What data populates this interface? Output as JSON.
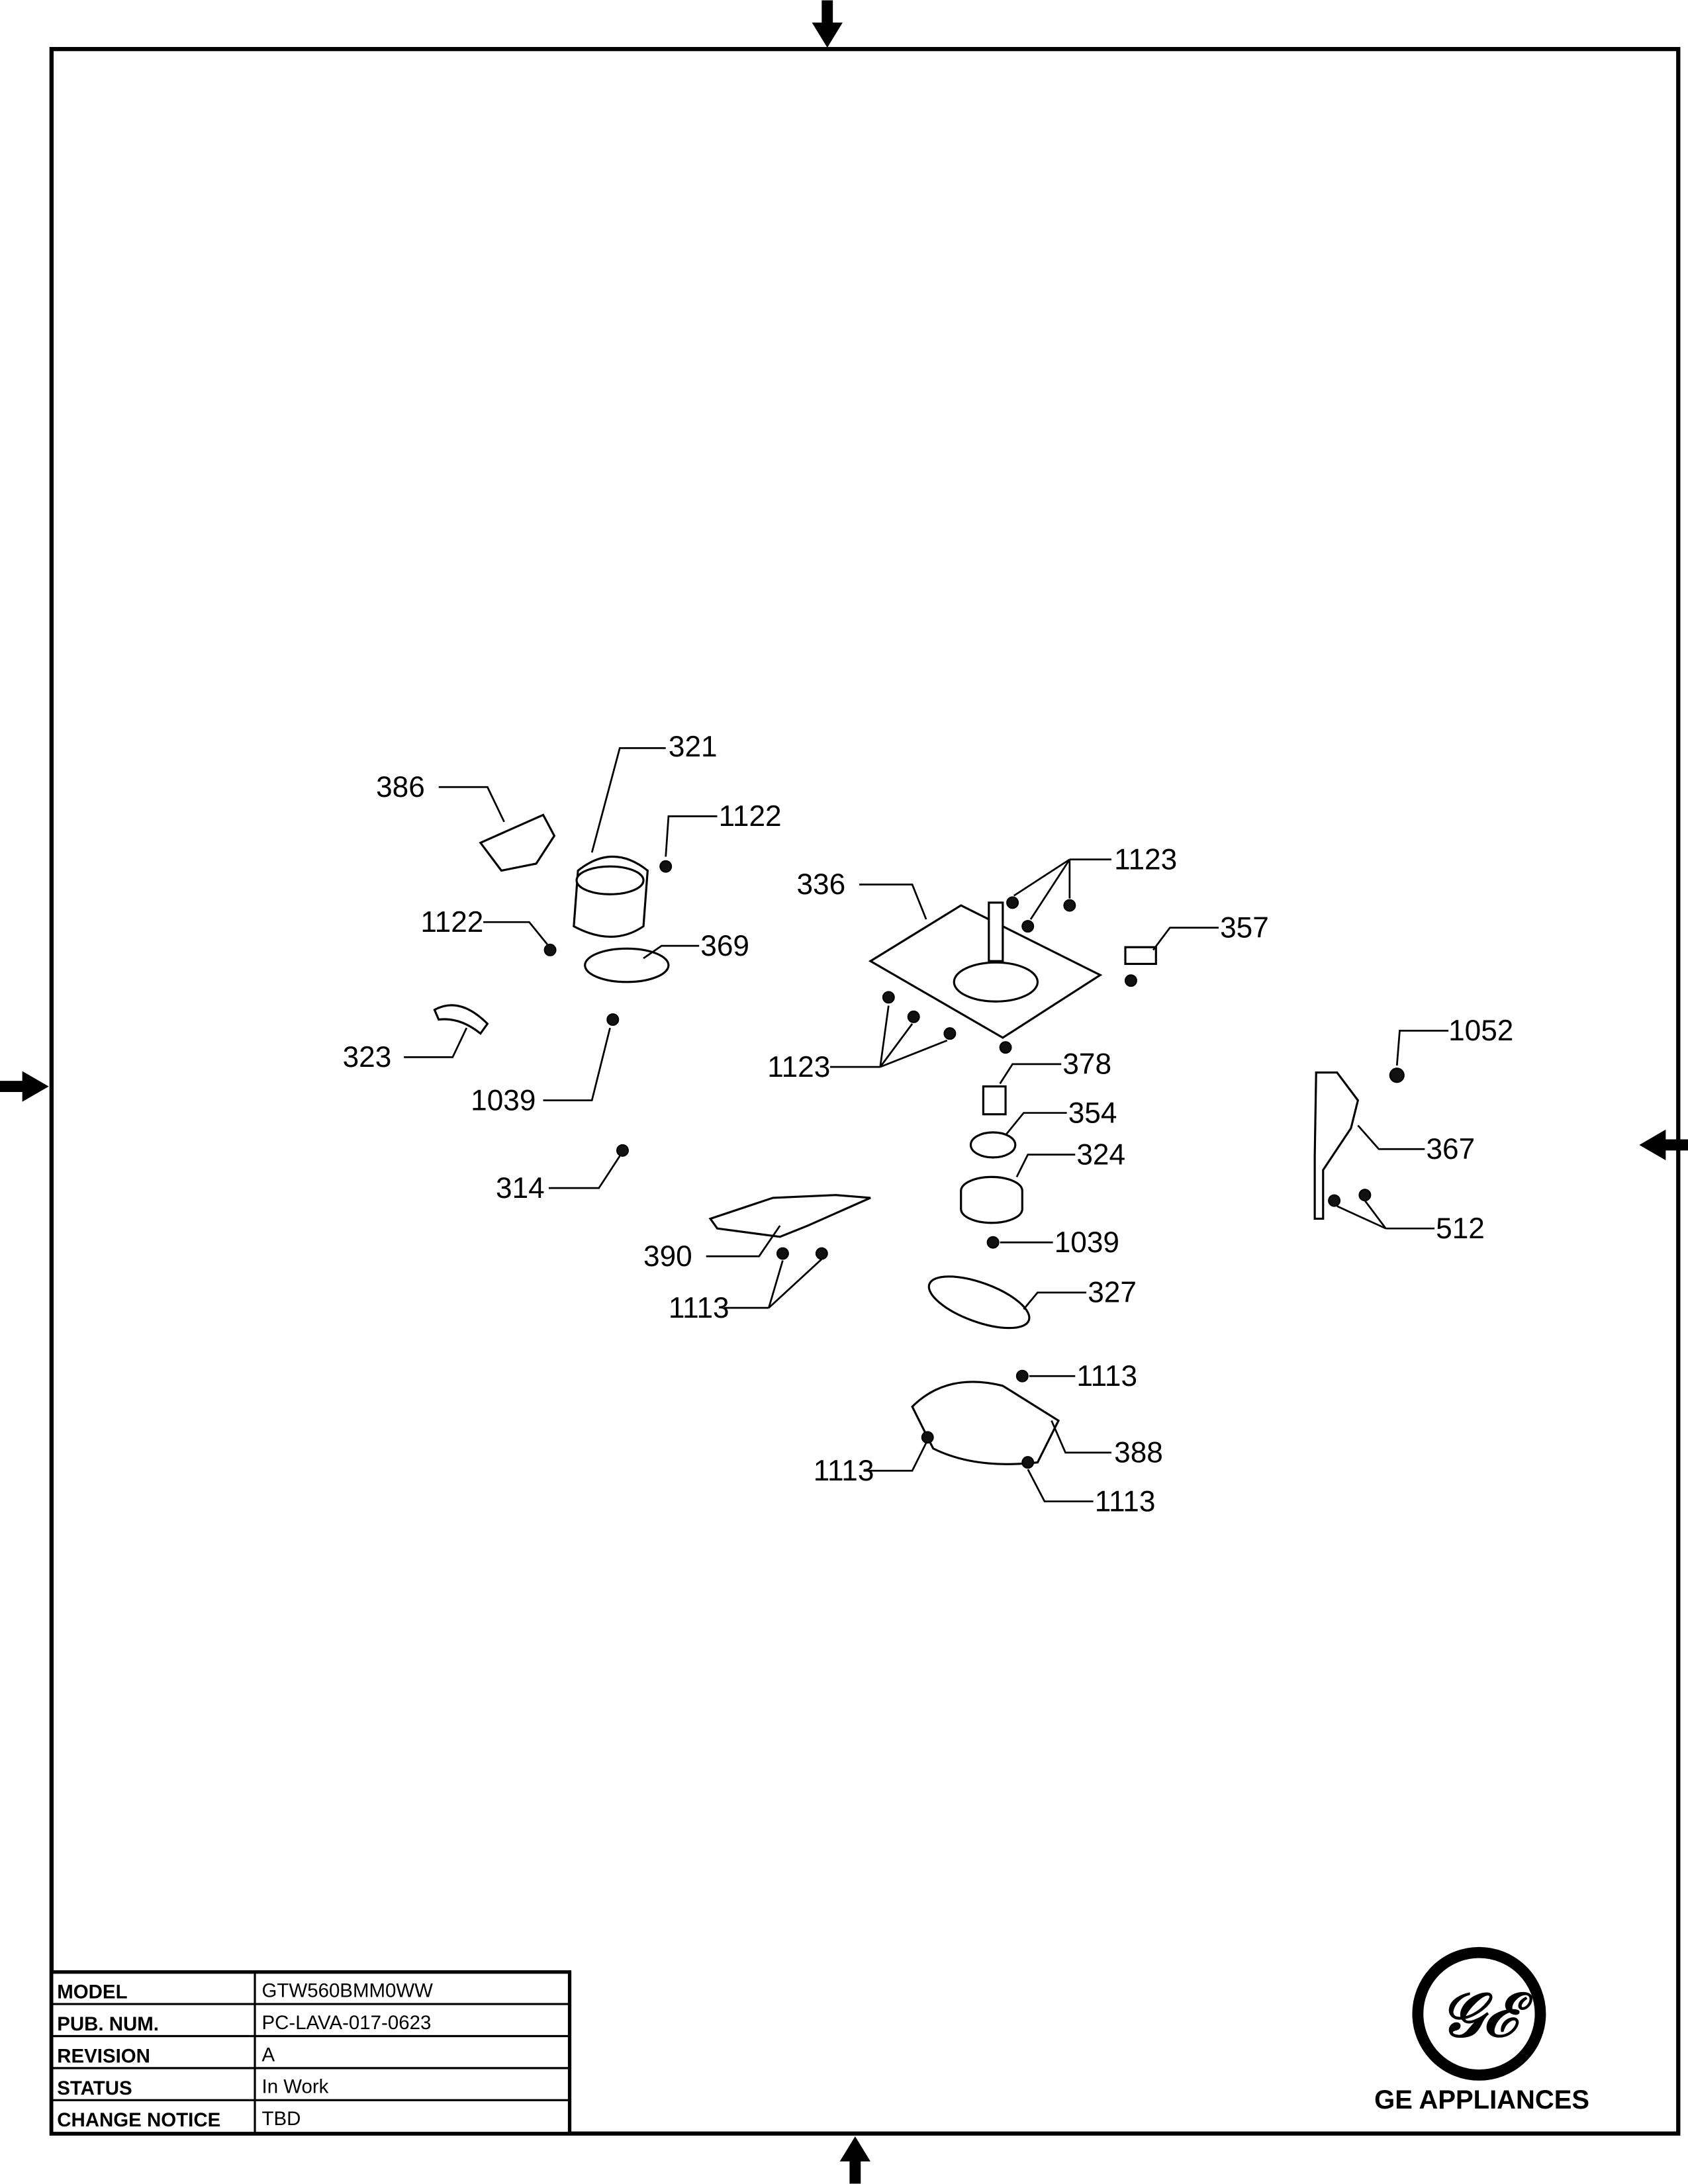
{
  "callouts": [
    "386",
    "321",
    "1122",
    "336",
    "1123",
    "357",
    "1122",
    "369",
    "323",
    "1039",
    "1123",
    "378",
    "1052",
    "354",
    "324",
    "367",
    "314",
    "1039",
    "512",
    "390",
    "327",
    "1113",
    "1113",
    "388",
    "1113",
    "1113"
  ],
  "title_block": {
    "rows": [
      {
        "label": "MODEL",
        "value": "GTW560BMM0WW"
      },
      {
        "label": "PUB. NUM.",
        "value": "PC-LAVA-017-0623"
      },
      {
        "label": "REVISION",
        "value": "A"
      },
      {
        "label": "STATUS",
        "value": "In Work"
      },
      {
        "label": "CHANGE NOTICE",
        "value": "TBD"
      }
    ]
  },
  "brand": {
    "logo_text": "GE",
    "name": "GE APPLIANCES"
  }
}
